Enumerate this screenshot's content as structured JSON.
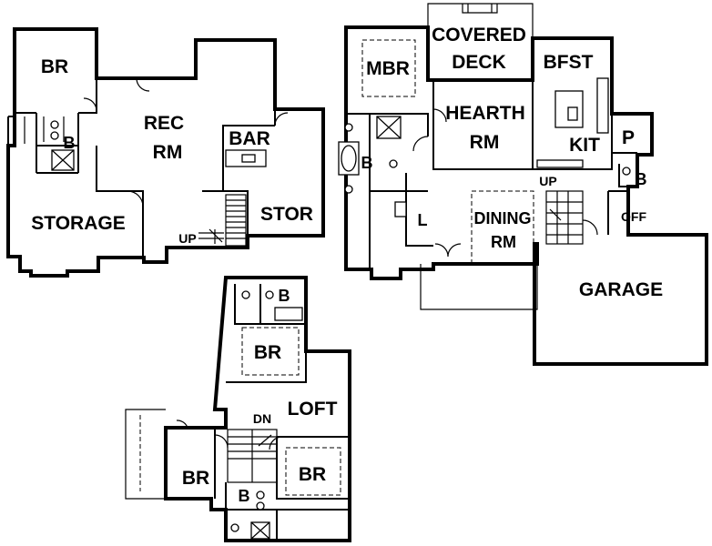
{
  "lower_level": {
    "br": "BR",
    "bath": "B",
    "rec_rm_1": "REC",
    "rec_rm_2": "RM",
    "bar": "BAR",
    "storage": "STORAGE",
    "stor": "STOR",
    "up": "UP"
  },
  "main_level": {
    "mbr": "MBR",
    "covered_deck_1": "COVERED",
    "covered_deck_2": "DECK",
    "bfst": "BFST",
    "hearth_rm_1": "HEARTH",
    "hearth_rm_2": "RM",
    "kit": "KIT",
    "pantry": "P",
    "bath_master": "B",
    "bath_half": "B",
    "laundry": "L",
    "up": "UP",
    "dining_rm_1": "DINING",
    "dining_rm_2": "RM",
    "off": "OFF",
    "garage": "GARAGE"
  },
  "upper_level": {
    "bath_top": "B",
    "br_top": "BR",
    "loft": "LOFT",
    "dn": "DN",
    "br_left": "BR",
    "br_right": "BR",
    "bath_bottom": "B"
  }
}
